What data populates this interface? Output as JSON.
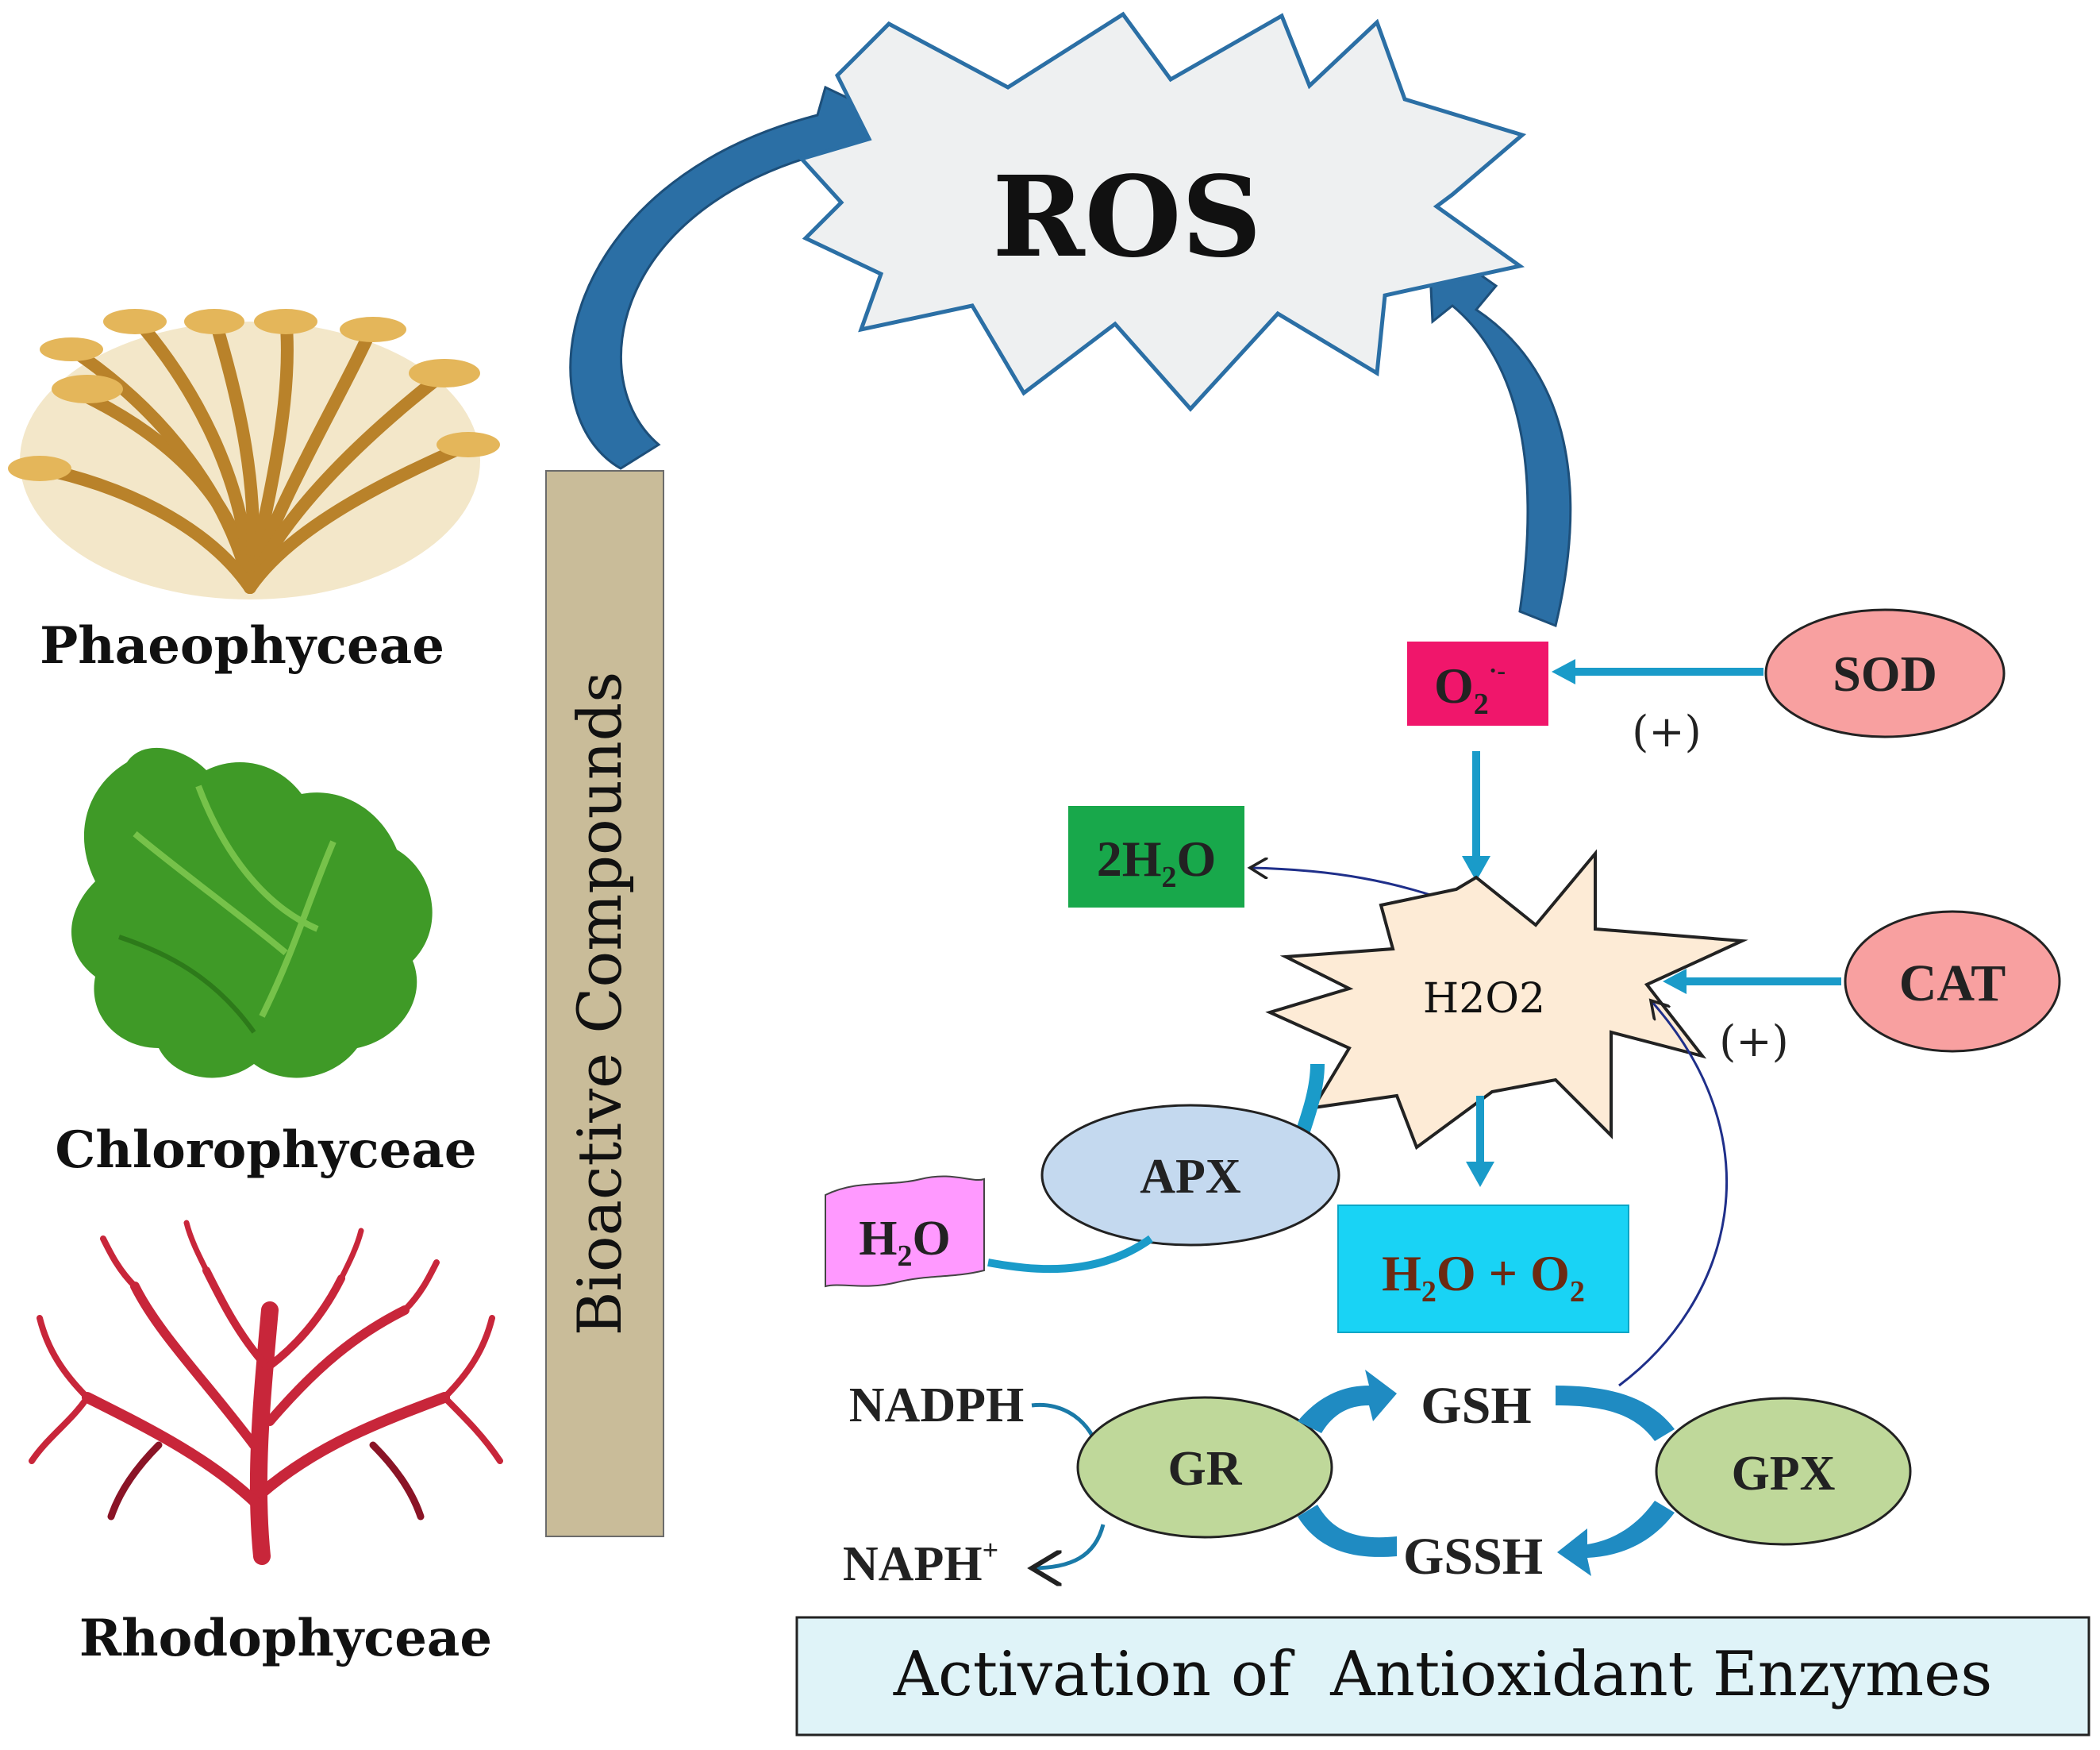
{
  "diagram": {
    "ros_label": "ROS",
    "bioactive_label": "Bioactive Compounds",
    "organisms": [
      {
        "name": "Phaeophyceae",
        "color": "#d7a645"
      },
      {
        "name": "Chlorophyceae",
        "color": "#3f9a27"
      },
      {
        "name": "Rhodophyceae",
        "color": "#c8263a"
      }
    ],
    "nodes": {
      "superoxide": {
        "main": "O",
        "sub": "2",
        "sup": "·-"
      },
      "sod": "SOD",
      "plus_sod": "(+)",
      "water2": {
        "pre": "2H",
        "sub": "2",
        "post": "O"
      },
      "h2o2": "H2O2",
      "cat": "CAT",
      "plus_cat": "(+)",
      "apx": "APX",
      "water": {
        "pre": "H",
        "sub": "2",
        "post": "O"
      },
      "water_oxygen": {
        "a": "H",
        "a_sub": "2",
        "b": "O + O",
        "b_sub": "2"
      },
      "nadph": "NADPH",
      "naph": {
        "main": "NAPH",
        "sup": "+"
      },
      "gr": "GR",
      "gsh": "GSH",
      "gpx": "GPX",
      "gssh": "GSSH"
    },
    "footer": "Activation of  Antioxidant Enzymes",
    "colors": {
      "blue_arrow": "#2b6fa5",
      "cyan_arrow": "#1a9bc9",
      "superoxide_fill": "#f0166b",
      "water2_fill": "#18a84b",
      "water_fill": "#ff99ff",
      "water_oxygen_fill": "#19d3f5",
      "footer_fill": "#dff3f8",
      "bar_fill": "#c9bc99",
      "enzyme_red": "#f8a0a0",
      "enzyme_blue": "#c4d9ef",
      "enzyme_green": "#bfd89a"
    }
  }
}
